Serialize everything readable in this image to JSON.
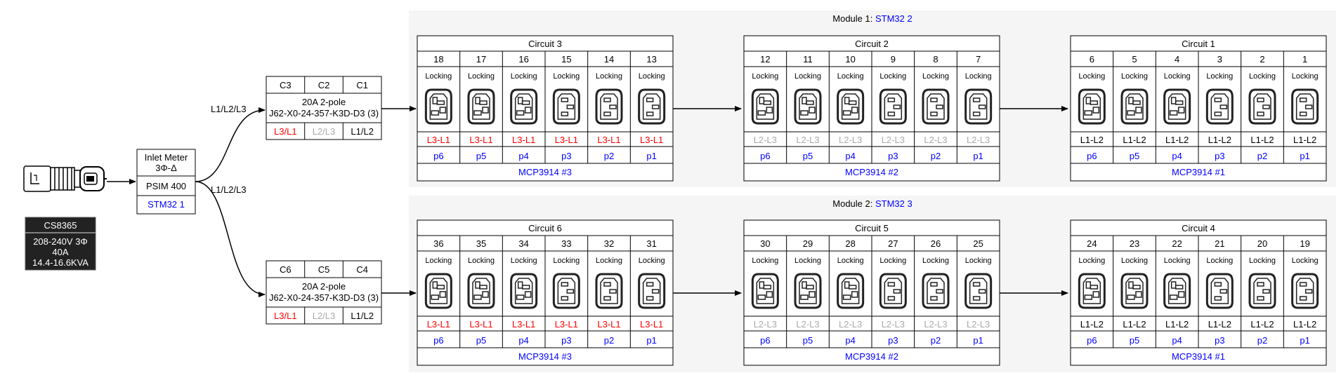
{
  "plug": {
    "model": "CS8365",
    "specs": [
      "208-240V 3Φ",
      "40A",
      "14.4-16.6KVA"
    ]
  },
  "meter": {
    "title": [
      "Inlet Meter",
      "3Φ-Δ"
    ],
    "model": "PSIM 400",
    "controller": "STM32 1"
  },
  "feeds": {
    "upper_label": "L1/L2/L3",
    "lower_label": "L1/L2/L3"
  },
  "breakers": [
    {
      "circuits": [
        "C3",
        "C2",
        "C1"
      ],
      "rating": "20A 2-pole",
      "part": "J62-X0-24-357-K3D-D3 (3)",
      "phases": [
        "L3/L1",
        "L2/L3",
        "L1/L2"
      ]
    },
    {
      "circuits": [
        "C6",
        "C5",
        "C4"
      ],
      "rating": "20A 2-pole",
      "part": "J62-X0-24-357-K3D-D3 (3)",
      "phases": [
        "L3/L1",
        "L2/L3",
        "L1/L2"
      ]
    }
  ],
  "colors": {
    "L3-L1": "#ff0000",
    "L2-L3": "#a9a9a9",
    "L1-L2": "#000000",
    "link": "#0000ff",
    "module_bg": "#f5f5f5",
    "plug_bg": "#222222"
  },
  "modules": [
    {
      "prefix": "Module 1: ",
      "controller": "STM32 2",
      "circuits": [
        {
          "name": "Circuit 3",
          "outlets": [
            "18",
            "17",
            "16",
            "15",
            "14",
            "13"
          ],
          "types": [
            "Locking",
            "Locking",
            "Locking",
            "Locking",
            "Locking",
            "Locking"
          ],
          "receptacles": [
            "c19",
            "c19",
            "c19",
            "c13",
            "c13",
            "c13"
          ],
          "phase": "L3-L1",
          "pins": [
            "p6",
            "p5",
            "p4",
            "p3",
            "p2",
            "p1"
          ],
          "chip": "MCP3914 #3"
        },
        {
          "name": "Circuit 2",
          "outlets": [
            "12",
            "11",
            "10",
            "9",
            "8",
            "7"
          ],
          "types": [
            "Locking",
            "Locking",
            "Locking",
            "Locking",
            "Locking",
            "Locking"
          ],
          "receptacles": [
            "c19",
            "c19",
            "c19",
            "c13",
            "c13",
            "c13"
          ],
          "phase": "L2-L3",
          "pins": [
            "p6",
            "p5",
            "p4",
            "p3",
            "p2",
            "p1"
          ],
          "chip": "MCP3914 #2"
        },
        {
          "name": "Circuit 1",
          "outlets": [
            "6",
            "5",
            "4",
            "3",
            "2",
            "1"
          ],
          "types": [
            "Locking",
            "Locking",
            "Locking",
            "Locking",
            "Locking",
            "Locking"
          ],
          "receptacles": [
            "c19",
            "c19",
            "c19",
            "c13",
            "c13",
            "c13"
          ],
          "phase": "L1-L2",
          "pins": [
            "p6",
            "p5",
            "p4",
            "p3",
            "p2",
            "p1"
          ],
          "chip": "MCP3914 #1"
        }
      ]
    },
    {
      "prefix": "Module 2: ",
      "controller": "STM32 3",
      "circuits": [
        {
          "name": "Circuit 6",
          "outlets": [
            "36",
            "35",
            "34",
            "33",
            "32",
            "31"
          ],
          "types": [
            "Locking",
            "Locking",
            "Locking",
            "Locking",
            "Locking",
            "Locking"
          ],
          "receptacles": [
            "c19",
            "c19",
            "c19",
            "c13",
            "c13",
            "c13"
          ],
          "phase": "L3-L1",
          "pins": [
            "p6",
            "p5",
            "p4",
            "p3",
            "p2",
            "p1"
          ],
          "chip": "MCP3914 #3"
        },
        {
          "name": "Circuit 5",
          "outlets": [
            "30",
            "29",
            "28",
            "27",
            "26",
            "25"
          ],
          "types": [
            "Locking",
            "Locking",
            "Locking",
            "Locking",
            "Locking",
            "Locking"
          ],
          "receptacles": [
            "c19",
            "c19",
            "c19",
            "c13",
            "c13",
            "c13"
          ],
          "phase": "L2-L3",
          "pins": [
            "p6",
            "p5",
            "p4",
            "p3",
            "p2",
            "p1"
          ],
          "chip": "MCP3914 #2"
        },
        {
          "name": "Circuit 4",
          "outlets": [
            "24",
            "23",
            "22",
            "21",
            "20",
            "19"
          ],
          "types": [
            "Locking",
            "Locking",
            "Locking",
            "Locking",
            "Locking",
            "Locking"
          ],
          "receptacles": [
            "c19",
            "c19",
            "c19",
            "c13",
            "c13",
            "c13"
          ],
          "phase": "L1-L2",
          "pins": [
            "p6",
            "p5",
            "p4",
            "p3",
            "p2",
            "p1"
          ],
          "chip": "MCP3914 #1"
        }
      ]
    }
  ]
}
